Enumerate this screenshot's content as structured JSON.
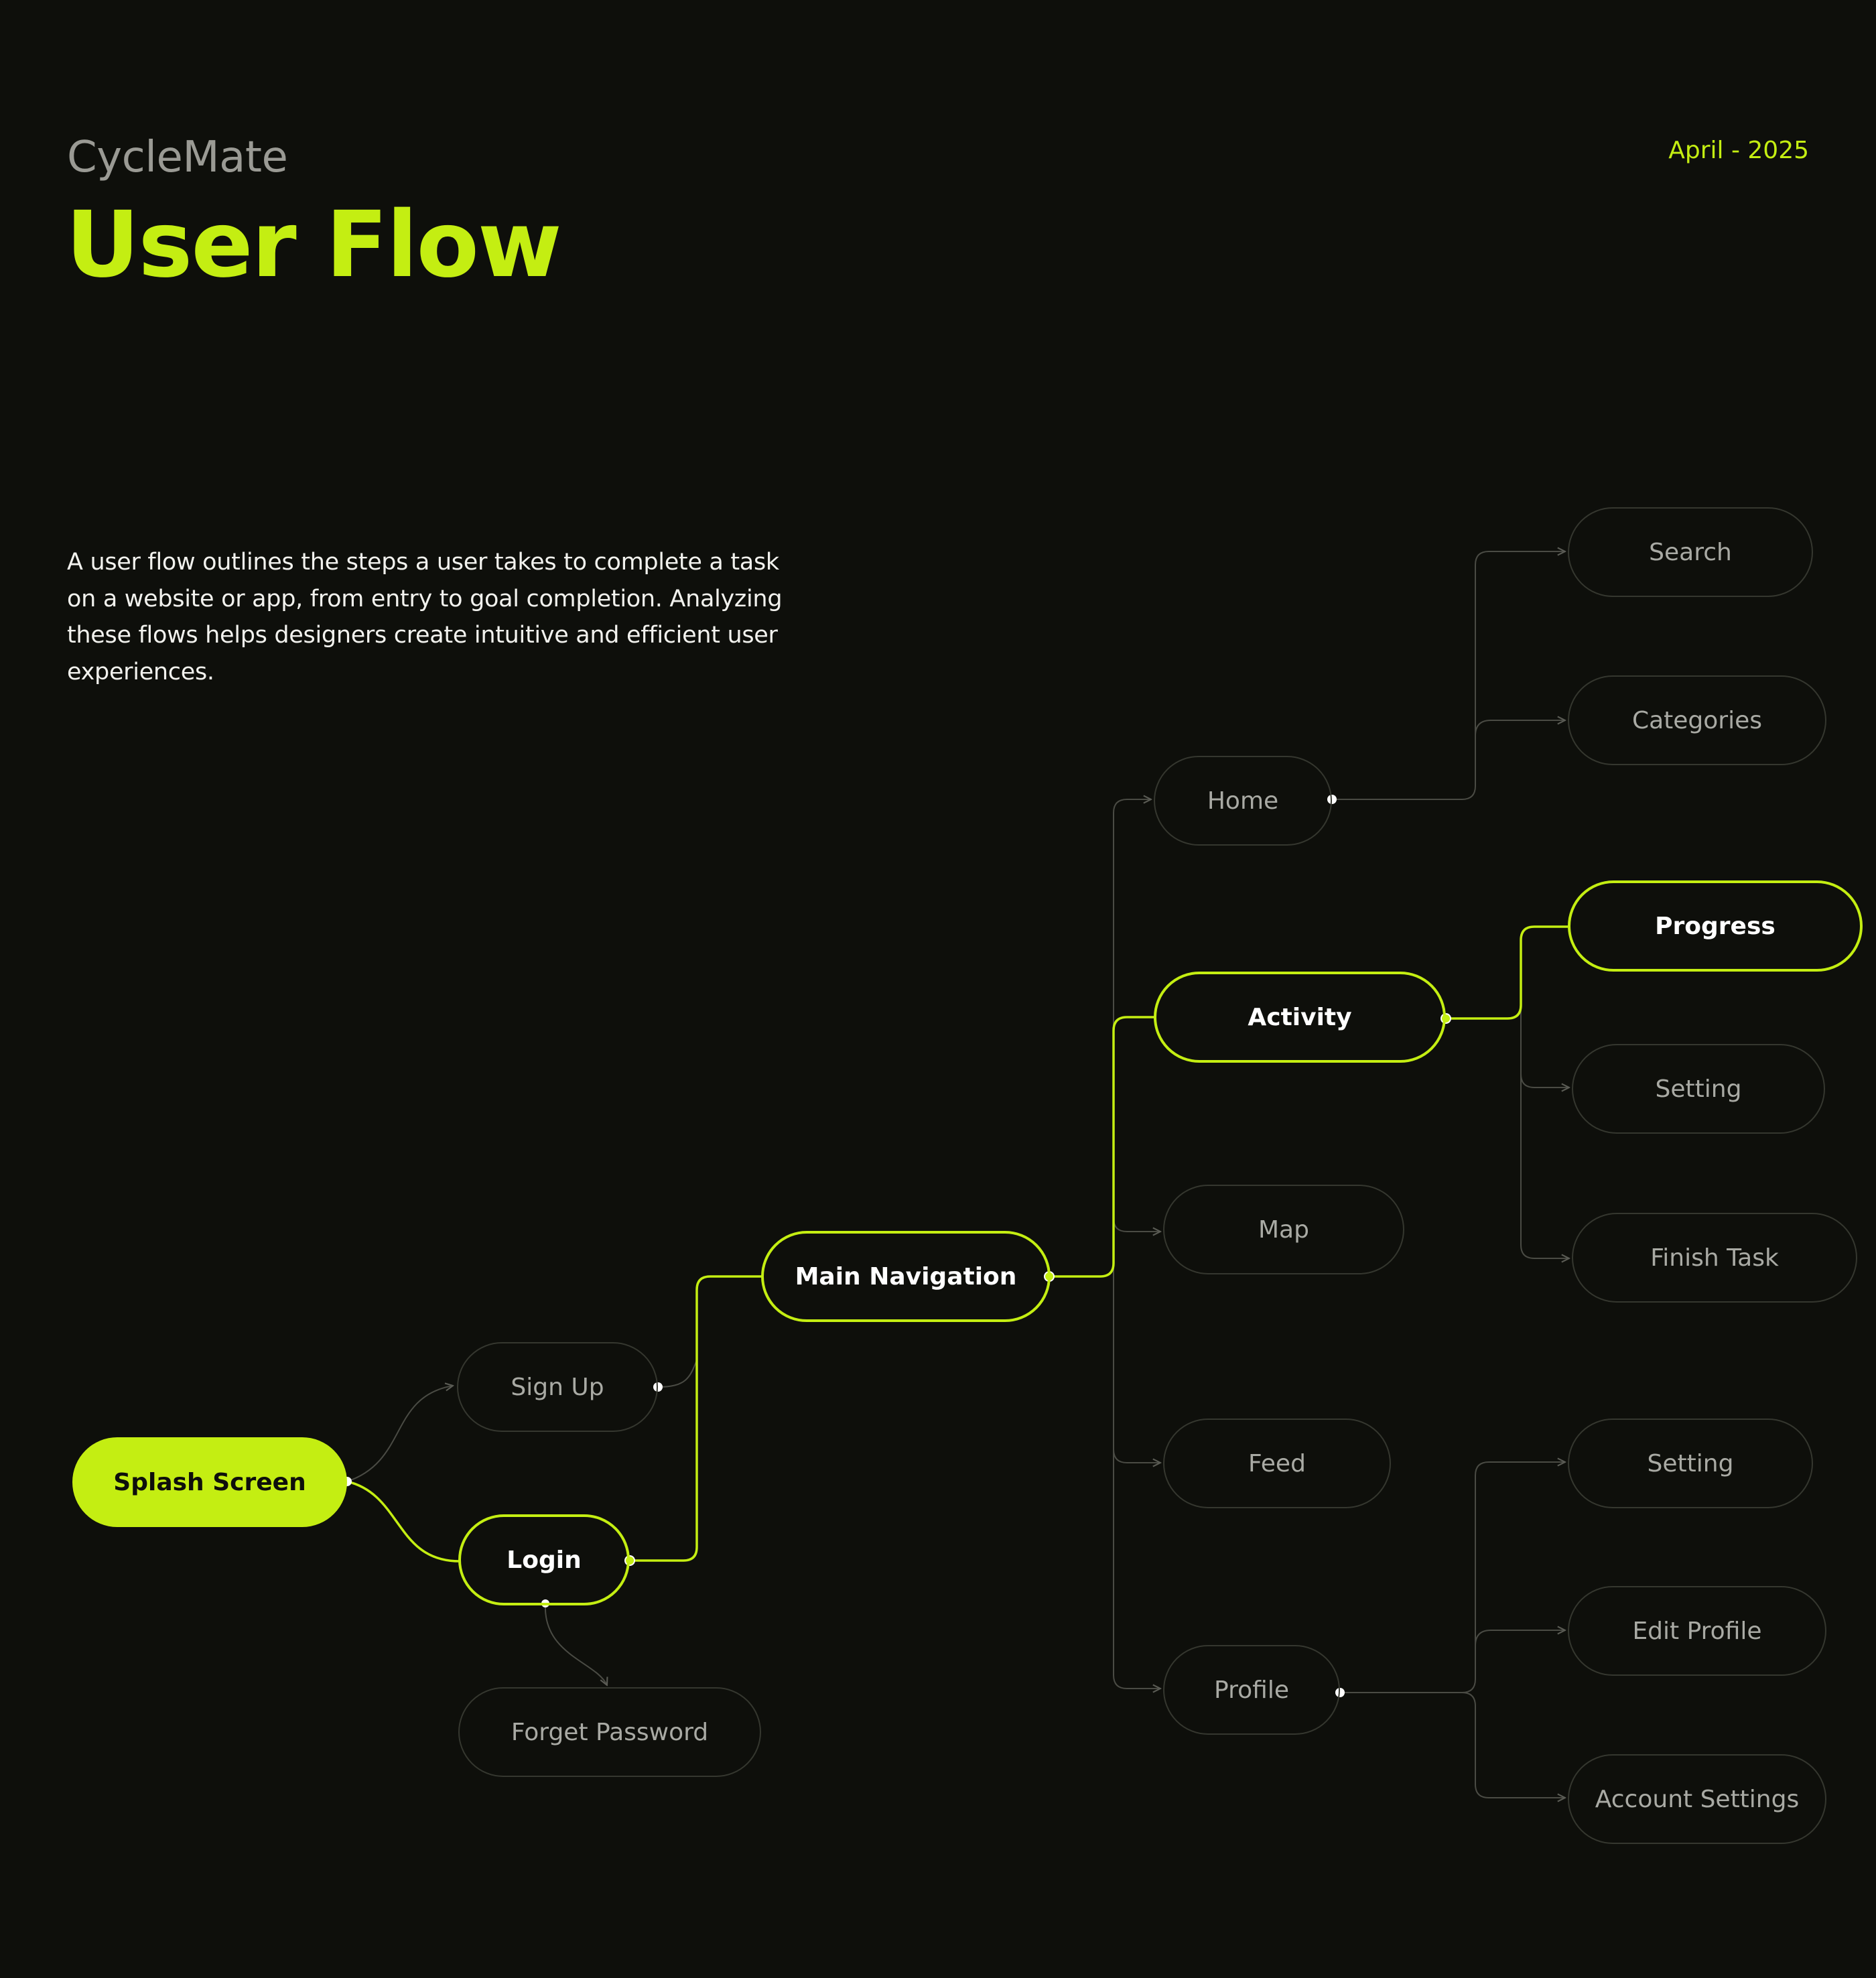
{
  "header": {
    "brand": "CycleMate",
    "title": "User Flow",
    "date": "April - 2025"
  },
  "description": "A user flow outlines the steps a user takes to complete a task on a website or app, from entry to goal completion. Analyzing these flows helps designers create intuitive and efficient user experiences.",
  "colors": {
    "background": "#0e0f0b",
    "accent": "#c4ee12",
    "muted_border": "#35372f",
    "muted_text": "#a9aaa4"
  },
  "flow": {
    "splash": "Splash Screen",
    "sign_up": "Sign Up",
    "login": "Login",
    "forget_password": "Forget Password",
    "main_navigation": "Main Navigation",
    "home": "Home",
    "activity": "Activity",
    "map": "Map",
    "feed": "Feed",
    "profile": "Profile",
    "search": "Search",
    "categories": "Categories",
    "progress": "Progress",
    "activity_setting": "Setting",
    "finish_task": "Finish Task",
    "profile_setting": "Setting",
    "edit_profile": "Edit Profile",
    "account_settings": "Account Settings"
  }
}
